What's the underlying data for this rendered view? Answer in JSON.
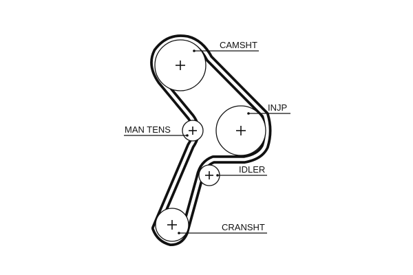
{
  "diagram": {
    "colors": {
      "belt": "#111111",
      "line": "#111111",
      "background": "#ffffff"
    },
    "labels": {
      "camshaft": "CAMSHT",
      "injection_pump": "INJP",
      "manual_tensioner": "MAN TENS",
      "idler": "IDLER",
      "crankshaft": "CRANSHT"
    }
  }
}
